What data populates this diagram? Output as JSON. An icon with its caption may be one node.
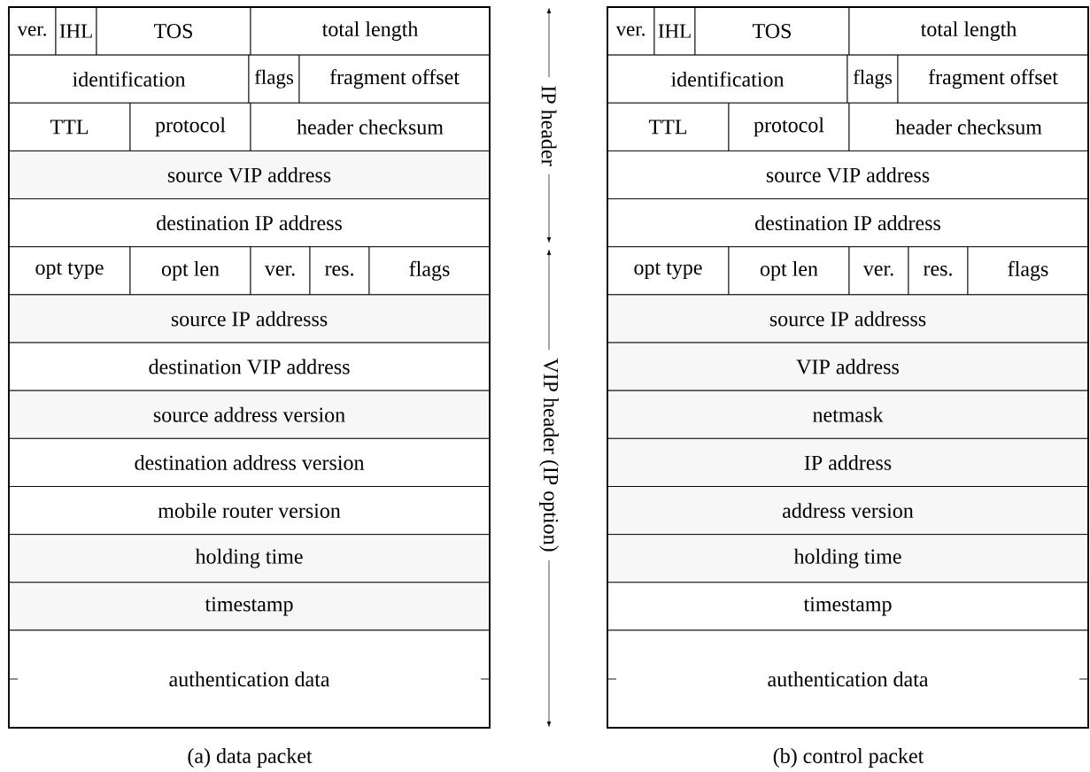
{
  "diagram": {
    "nodes": [
      {
        "text": [
          "ver."
        ]
      },
      {
        "text": [
          "IHL"
        ]
      },
      {
        "text": [
          "TOS"
        ]
      },
      {
        "text": [
          "total length"
        ]
      },
      {
        "text": [
          "identification"
        ]
      },
      {
        "text": [
          "flags"
        ]
      },
      {
        "text": [
          "fragment offset"
        ]
      },
      {
        "text": [
          "TTL"
        ]
      },
      {
        "text": [
          "protocol"
        ]
      },
      {
        "text": [
          "header checksum"
        ]
      },
      {
        "text": [
          "source VIP address"
        ]
      },
      {
        "text": [
          "destination IP address"
        ]
      },
      {
        "text": [
          "opt type"
        ]
      },
      {
        "text": [
          "opt len"
        ]
      },
      {
        "text": [
          "ver."
        ]
      },
      {
        "text": [
          "res."
        ]
      },
      {
        "text": [
          "flags"
        ]
      },
      {
        "text": [
          "source IP addresss"
        ]
      },
      {
        "text": [
          "destination VIP address"
        ]
      },
      {
        "text": [
          "source address version"
        ]
      },
      {
        "text": [
          "destination address version"
        ]
      },
      {
        "text": [
          "mobile router version"
        ]
      },
      {
        "text": [
          "holding time"
        ]
      },
      {
        "text": [
          "timestamp"
        ]
      },
      {
        "text": [
          "authentication data"
        ]
      },
      {
        "text": [
          "ver."
        ]
      },
      {
        "text": [
          "IHL"
        ]
      },
      {
        "text": [
          "TOS"
        ]
      },
      {
        "text": [
          "total length"
        ]
      },
      {
        "text": [
          "identification"
        ]
      },
      {
        "text": [
          "flags"
        ]
      },
      {
        "text": [
          "fragment offset"
        ]
      },
      {
        "text": [
          "TTL"
        ]
      },
      {
        "text": [
          "protocol"
        ]
      },
      {
        "text": [
          "header checksum"
        ]
      },
      {
        "text": [
          "source VIP address"
        ]
      },
      {
        "text": [
          "destination IP address"
        ]
      },
      {
        "text": [
          "opt type"
        ]
      },
      {
        "text": [
          "opt len"
        ]
      },
      {
        "text": [
          "ver."
        ]
      },
      {
        "text": [
          "res."
        ]
      },
      {
        "text": [
          "flags"
        ]
      },
      {
        "text": [
          "source IP addresss"
        ]
      },
      {
        "text": [
          "VIP address"
        ]
      },
      {
        "text": [
          "netmask"
        ]
      },
      {
        "text": [
          "IP address"
        ]
      },
      {
        "text": [
          "address version"
        ]
      },
      {
        "text": [
          "holding time"
        ]
      },
      {
        "text": [
          "timestamp"
        ]
      },
      {
        "text": [
          "authentication data"
        ]
      }
    ],
    "labels": [
      "IP header",
      "VIP header (IP option)",
      "(a) data packet",
      "(b) control packet"
    ]
  }
}
